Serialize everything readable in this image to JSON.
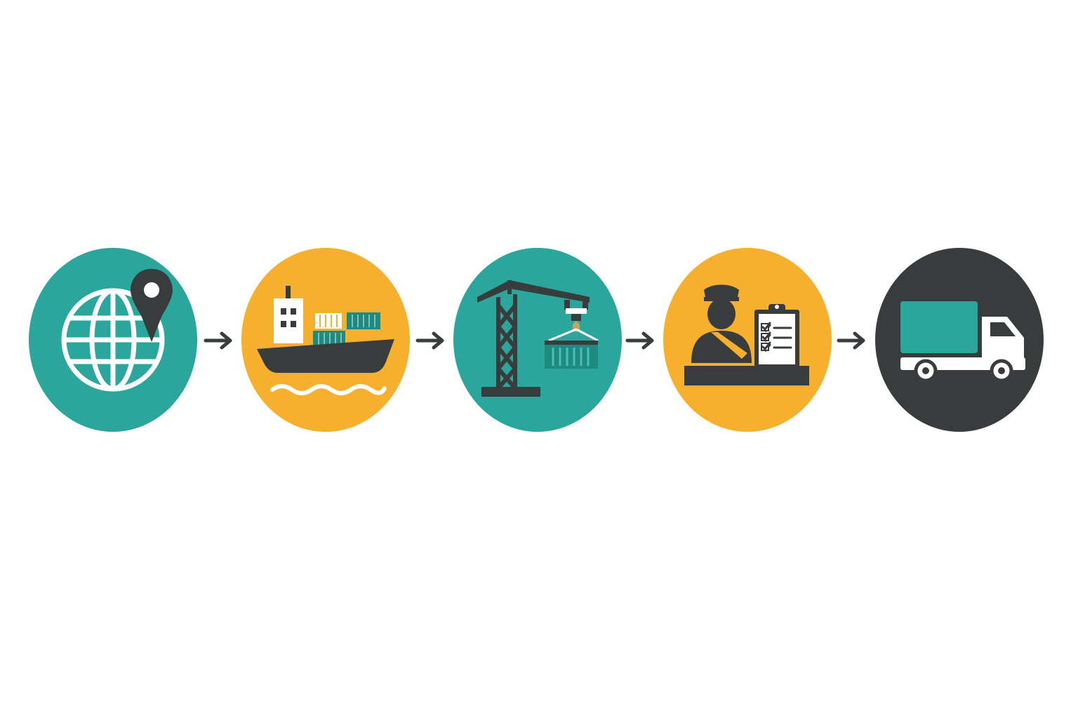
{
  "colors": {
    "teal": "#2aa69c",
    "amber": "#f6b02d",
    "charcoal": "#383c3d",
    "white": "#ffffff",
    "background": "#fefefe",
    "container_green": "#1f8a7f"
  },
  "steps": [
    {
      "icon": "globe-location-pin-icon",
      "circle_color": "teal"
    },
    {
      "icon": "cargo-ship-icon",
      "circle_color": "amber"
    },
    {
      "icon": "port-crane-container-icon",
      "circle_color": "teal"
    },
    {
      "icon": "customs-officer-checklist-icon",
      "circle_color": "amber"
    },
    {
      "icon": "delivery-truck-icon",
      "circle_color": "charcoal"
    }
  ],
  "connectors": [
    {
      "icon": "arrow-right-icon"
    },
    {
      "icon": "arrow-right-icon"
    },
    {
      "icon": "arrow-right-icon"
    },
    {
      "icon": "arrow-right-icon"
    }
  ]
}
